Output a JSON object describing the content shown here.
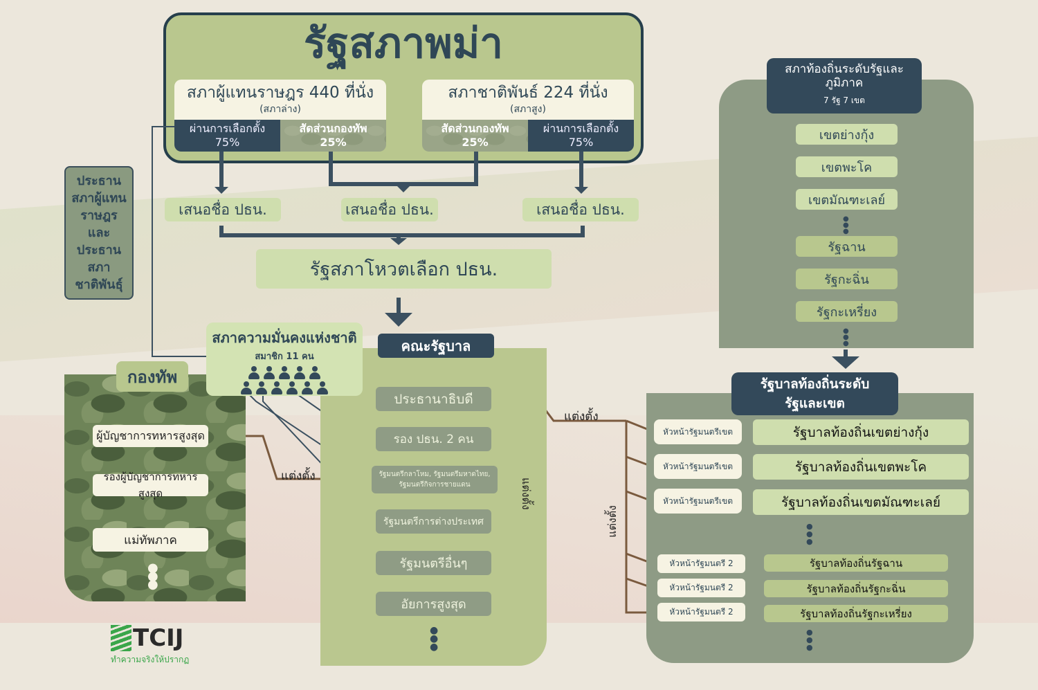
{
  "title": "รัฐสภาพม่า",
  "lower_house": {
    "name": "สภาผู้แทนราษฎร 440 ที่นั่ง",
    "sub": "(สภาล่าง)",
    "elected": "ผ่านการเลือกตั้ง",
    "elected_pct": "75%",
    "military": "สัดส่วนกองทัพ",
    "military_pct": "25%"
  },
  "upper_house": {
    "name": "สภาชาติพันธ์ 224 ที่นั่ง",
    "sub": "(สภาสูง)",
    "military": "สัดส่วนกองทัพ",
    "military_pct": "25%",
    "elected": "ผ่านการเลือกตั้ง",
    "elected_pct": "75%"
  },
  "nominate": [
    "เสนอชื่อ ปธน.",
    "เสนอชื่อ ปธน.",
    "เสนอชื่อ ปธน."
  ],
  "vote": "รัฐสภาโหวตเลือก ปธน.",
  "speakers": "ประธานสภาผู้แทนราษฎรและประธานสภาชาติพันธุ์",
  "nsc": {
    "title": "สภาความมั่นคงแห่งชาติ",
    "members": "สมาชิก 11 คน"
  },
  "army": {
    "label": "กองทัพ",
    "items": [
      "ผู้บัญชาการทหารสูงสุด",
      "รองผู้บัญชาการทหารสูงสุด",
      "แม่ทัพภาค"
    ]
  },
  "cabinet": {
    "label": "คณะรัฐบาล",
    "items": [
      "ประธานาธิบดี",
      "รอง ปธน. 2 คน",
      "รัฐมนตรีกลาโหม, รัฐมนตรีมหาดไทย, รัฐมนตรีกิจการชายแดน",
      "รัฐมนตรีการต่างประเทศ",
      "รัฐมนตรีอื่นๆ",
      "อัยการสูงสุด"
    ]
  },
  "appoint": "แต่งตั้ง",
  "regional_parl": {
    "title": "สภาท้องถิ่นระดับรัฐและภูมิภาค",
    "sub": "7 รัฐ 7 เขต",
    "items": [
      "เขตย่างกุ้ง",
      "เขตพะโค",
      "เขตมัณฑะเลย์",
      "รัฐฉาน",
      "รัฐกะฉิ่น",
      "รัฐกะเหรี่ยง"
    ]
  },
  "local_gov": {
    "title": "รัฐบาลท้องถิ่นระดับรัฐและเขต",
    "rows": [
      {
        "head": "หัวหน้ารัฐมนตรีเขต",
        "gov": "รัฐบาลท้องถิ่นเขตย่างกุ้ง"
      },
      {
        "head": "หัวหน้ารัฐมนตรีเขต",
        "gov": "รัฐบาลท้องถิ่นเขตพะโค"
      },
      {
        "head": "หัวหน้ารัฐมนตรีเขต",
        "gov": "รัฐบาลท้องถิ่นเขตมัณฑะเลย์"
      },
      {
        "head": "หัวหน้ารัฐมนตรี 2",
        "gov": "รัฐบาลท้องถิ่นรัฐฉาน"
      },
      {
        "head": "หัวหน้ารัฐมนตรี 2",
        "gov": "รัฐบาลท้องถิ่นรัฐกะฉิ่น"
      },
      {
        "head": "หัวหน้ารัฐมนตรี 2",
        "gov": "รัฐบาลท้องถิ่นรัฐกะเหรี่ยง"
      }
    ]
  },
  "logo": {
    "name": "TCIJ",
    "tagline": "ทำความจริงให้ปรากฏ"
  },
  "colors": {
    "dark": "#33495a",
    "olive": "#b9c78e",
    "light_green": "#d3e3b3",
    "grey_green": "#8e9b85",
    "arrow_brown": "#7a5a3e"
  }
}
